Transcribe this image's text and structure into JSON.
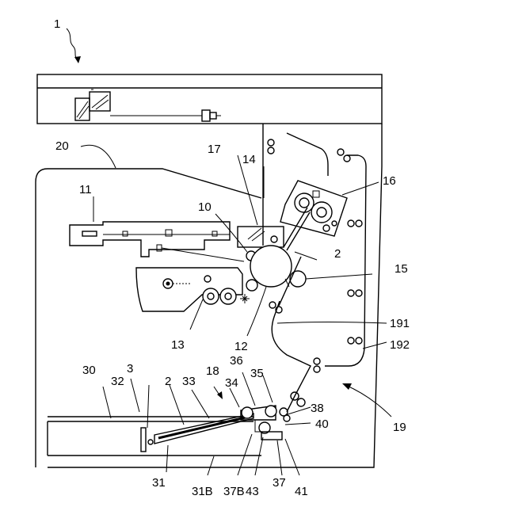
{
  "labels": {
    "n1": "1",
    "n20": "20",
    "n17": "17",
    "n14": "14",
    "n16": "16",
    "n11": "11",
    "n10": "10",
    "n2_upper": "2",
    "n15": "15",
    "n13": "13",
    "n12": "12",
    "n191": "191",
    "n192": "192",
    "n30": "30",
    "n3": "3",
    "n32": "32",
    "n2_lower": "2",
    "n33": "33",
    "n18": "18",
    "n36": "36",
    "n35": "35",
    "n34": "34",
    "n38": "38",
    "n40": "40",
    "n19": "19",
    "n31": "31",
    "n31B": "31B",
    "n37B": "37B",
    "n43": "43",
    "n37": "37",
    "n41": "41"
  }
}
